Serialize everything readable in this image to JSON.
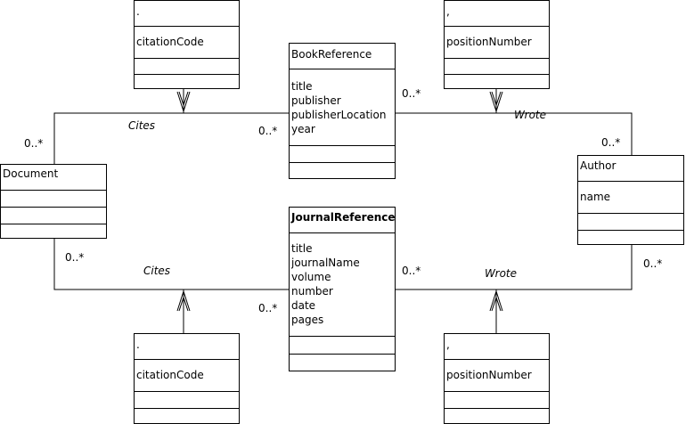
{
  "classes": {
    "document": {
      "name": "Document"
    },
    "book_reference": {
      "name": "BookReference",
      "attributes": [
        "title",
        "publisher",
        "publisherLocation",
        "year"
      ]
    },
    "journal_reference": {
      "name": "JournalReference",
      "attributes": [
        "title",
        "journalName",
        "volume",
        "number",
        "date",
        "pages"
      ]
    },
    "author": {
      "name": "Author",
      "attributes": [
        "name"
      ]
    },
    "citation_book": {
      "name": ".",
      "attributes": [
        "citationCode"
      ]
    },
    "authorship_book": {
      "name": ",",
      "attributes": [
        "positionNumber"
      ]
    },
    "citation_journal": {
      "name": ".",
      "attributes": [
        "citationCode"
      ]
    },
    "authorship_journal": {
      "name": ",",
      "attributes": [
        "positionNumber"
      ]
    }
  },
  "associations": {
    "cites_book": {
      "label": "Cites",
      "mult_document": "0..*",
      "mult_target": "0..*"
    },
    "wrote_book": {
      "label": "Wrote",
      "mult_reference": "0..*",
      "mult_author": "0..*"
    },
    "cites_journal": {
      "label": "Cites",
      "mult_document": "0..*",
      "mult_target": "0..*"
    },
    "wrote_journal": {
      "label": "Wrote",
      "mult_reference": "0..*",
      "mult_author": "0..*"
    }
  }
}
